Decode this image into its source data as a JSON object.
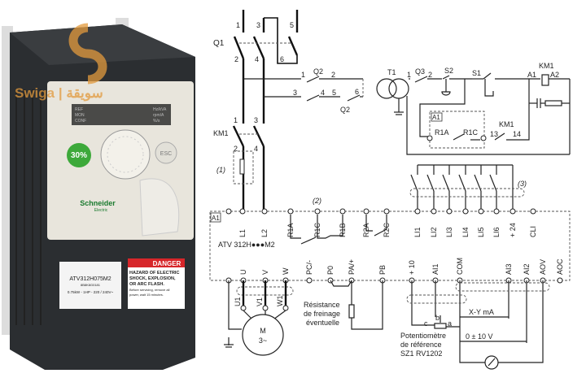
{
  "device": {
    "watermark": "Swiga | سويقة",
    "display_left": [
      "REF",
      "MON",
      "CONF"
    ],
    "display_right": [
      "Hz/kVA",
      "rpm/A",
      "%/s"
    ],
    "eco_badge": "30%",
    "esc_button": "ESC",
    "brand": "Schneider",
    "brand_sub": "Electric",
    "model_label": "ATV312H075M2",
    "serial_label": "8B8K8G0181",
    "rating_label": "0.75kW - 1HP - 220 / 240V~",
    "danger_title": "DANGER",
    "danger_lines": [
      "HAZARD OF ELECTRIC",
      "SHOCK, EXPLOSION,",
      "OR ARC FLASH.",
      "Before servicing, remove all",
      "power, wait 15 minutes."
    ]
  },
  "diagram": {
    "q1": "Q1",
    "q1_terminals": [
      "1",
      "3",
      "5",
      "2",
      "4",
      "6"
    ],
    "q2": "Q2",
    "q2_terminals": [
      "1",
      "2",
      "3",
      "4",
      "5",
      "6"
    ],
    "t1": "T1",
    "q3": "Q3",
    "q3_terminals": [
      "1",
      "2"
    ],
    "s2": "S2",
    "s1": "S1",
    "km1_coil": "KM1",
    "coil_a1": "A1",
    "coil_a2": "A2",
    "relay_box": "A1",
    "relay_r1a": "R1A",
    "relay_r1c": "R1C",
    "km1_contact": "KM1",
    "km1_contact_terms": [
      "13",
      "14"
    ],
    "km1_main": "KM1",
    "km1_main_terms": [
      "1",
      "3",
      "2",
      "4"
    ],
    "note1": "(1)",
    "note2": "(2)",
    "note3": "(3)",
    "drive_box": "A1",
    "drive_model": "ATV 312H●●●M2",
    "top_terminals": [
      "L1",
      "L2",
      "R1A",
      "R1C",
      "R1B",
      "R2A",
      "R2C",
      "LI1",
      "LI2",
      "LI3",
      "LI4",
      "LI5",
      "LI6",
      "+ 24",
      "CLI"
    ],
    "bottom_terminals": [
      "U",
      "V",
      "W",
      "PC/-",
      "P0",
      "PA/+",
      "PB",
      "+ 10",
      "AI1",
      "COM",
      "AI3",
      "AI2",
      "AOV",
      "AOC"
    ],
    "motor_terms": [
      "U1",
      "V1",
      "W1"
    ],
    "motor": "M",
    "motor_sub": "3~",
    "brake_text": [
      "Résistance",
      "de freinage",
      "éventuelle"
    ],
    "pot_terms": [
      "c",
      "b",
      "a"
    ],
    "pot_text": [
      "Potentiomètre",
      "de référence",
      "SZ1 RV1202"
    ],
    "current_signal": "X-Y mA",
    "voltage_signal": "0 ± 10 V"
  }
}
